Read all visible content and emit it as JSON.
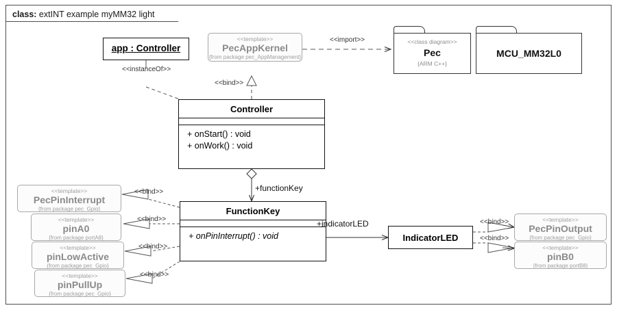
{
  "frame": {
    "keyword": "class:",
    "title": " extINT example myMM32 light"
  },
  "nodes": {
    "app_instance": {
      "name": "app : Controller"
    },
    "pec_app_kernel": {
      "stereotype": "<<template>>",
      "name": "PecAppKernel",
      "package": "{from package pec_AppManagement}"
    },
    "pec_package": {
      "stereotype": "<<class diagram>>",
      "name": "Pec",
      "note": "{ARM C++}"
    },
    "mcu_package": {
      "name": "MCU_MM32L0"
    },
    "controller": {
      "name": "Controller",
      "attributes": [],
      "operations": [
        "+ onStart() : void",
        "+ onWork() : void"
      ]
    },
    "function_key": {
      "name": "FunctionKey",
      "attributes": [],
      "operations": [
        "+ onPinInterrupt() : void"
      ]
    },
    "indicator_led": {
      "name": "IndicatorLED"
    },
    "pec_pin_interrupt": {
      "stereotype": "<<template>>",
      "name": "PecPinInterrupt",
      "package": "{from package pec_Gpio}"
    },
    "pin_a0": {
      "stereotype": "<<template>>",
      "name": "pinA0",
      "package": "{from package portA8}"
    },
    "pin_low_active": {
      "stereotype": "<<template>>",
      "name": "pinLowActive",
      "package": "{from package pec_Gpio}"
    },
    "pin_pull_up": {
      "stereotype": "<<template>>",
      "name": "pinPullUp",
      "package": "{from package pec_Gpio}"
    },
    "pec_pin_output": {
      "stereotype": "<<template>>",
      "name": "PecPinOutput",
      "package": "{from package pec_Gpio}"
    },
    "pin_b0": {
      "stereotype": "<<template>>",
      "name": "pinB0",
      "package": "{from package portB8}"
    }
  },
  "connectors": {
    "instance_of": "<<instanceOf>>",
    "import": "<<import>>",
    "bind_kernel_controller": "<<bind>>",
    "bind_pin_interrupt": "<<bind>>",
    "bind_pin_a0": "<<bind>>",
    "bind_pin_low_active": "<<bind>>",
    "bind_pin_pull_up": "<<bind>>",
    "bind_pec_pin_output": "<<bind>>",
    "bind_pin_b0": "<<bind>>",
    "role_function_key": "+functionKey",
    "role_indicator_led": "+indicatorLED"
  },
  "colors": {
    "frame_border": "#4d4d4d",
    "class_border": "#111111",
    "template_border": "#a8a8a8",
    "template_text": "#8a8a8a",
    "connector": "#555555"
  }
}
